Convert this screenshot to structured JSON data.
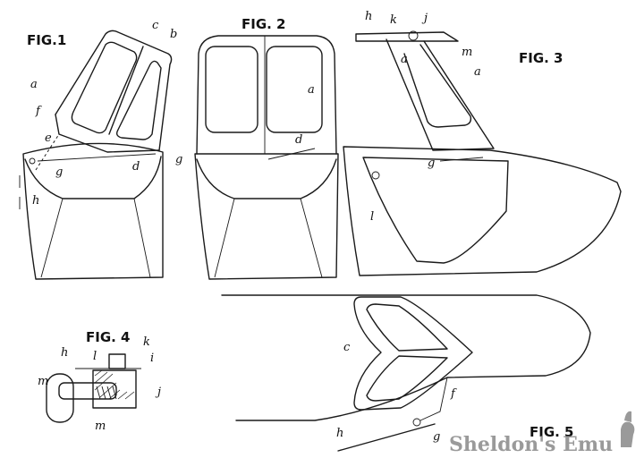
{
  "figures": {
    "fig1": "FIG.1",
    "fig2": "FIG. 2",
    "fig3": "FIG. 3",
    "fig4": "FIG. 4",
    "fig5": "FIG. 5"
  },
  "labels": {
    "a": "a",
    "b": "b",
    "c": "c",
    "d": "d",
    "e": "e",
    "f": "f",
    "g": "g",
    "h": "h",
    "i": "i",
    "j": "j",
    "k": "k",
    "l": "l",
    "m": "m"
  },
  "watermark": "Sheldon's Emu"
}
